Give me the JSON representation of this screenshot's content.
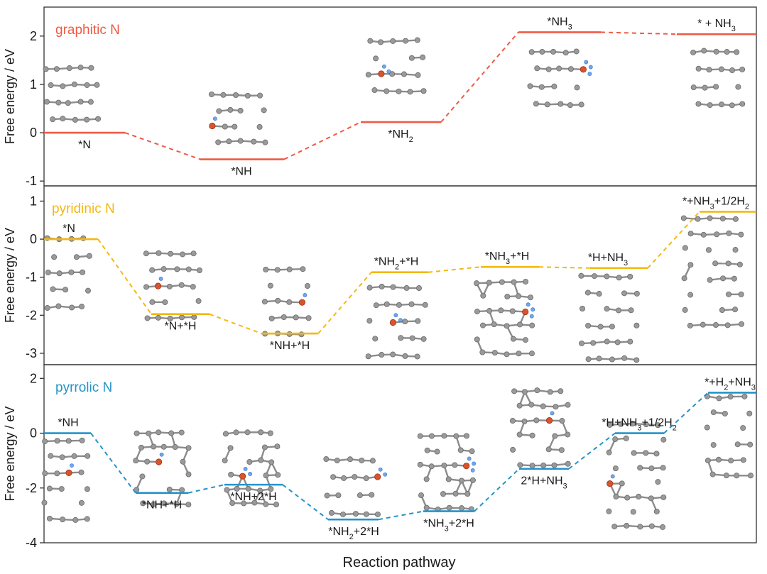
{
  "chart_data": [
    {
      "type": "line",
      "panel_label": "graphitic N",
      "ylabel": "Free energy / eV",
      "ylim": [
        -1.1,
        2.6
      ],
      "yticks": [
        -1,
        0,
        1,
        2
      ],
      "color": "#ef5b45",
      "levels": [
        {
          "label": "*N",
          "value": 0.0
        },
        {
          "label": "*NH",
          "value": -0.55
        },
        {
          "label": "*NH₂",
          "value": 0.22
        },
        {
          "label": "*NH₃",
          "value": 2.08
        },
        {
          "label": "* + NH₃",
          "value": 2.04
        }
      ]
    },
    {
      "type": "line",
      "panel_label": "pyridinic N",
      "ylabel": "Free energy / eV",
      "ylim": [
        -3.3,
        1.4
      ],
      "yticks": [
        -3,
        -2,
        -1,
        0,
        1
      ],
      "color": "#f5b80f",
      "levels": [
        {
          "label": "*N",
          "value": 0.0
        },
        {
          "label": "*N+*H",
          "value": -1.97
        },
        {
          "label": "*NH+*H",
          "value": -2.48
        },
        {
          "label": "*NH₂+*H",
          "value": -0.87
        },
        {
          "label": "*NH₃+*H",
          "value": -0.73
        },
        {
          "label": "*H+NH₃",
          "value": -0.76
        },
        {
          "label": "*+NH₃+1/2H₂",
          "value": 0.72
        }
      ]
    },
    {
      "type": "line",
      "panel_label": "pyrrolic N",
      "ylabel": "Free energy / eV",
      "ylim": [
        -4.0,
        2.5
      ],
      "yticks": [
        -4,
        -2,
        0,
        2
      ],
      "color": "#2493c9",
      "levels": [
        {
          "label": "*NH",
          "value": 0.0
        },
        {
          "label": "*NH+*H",
          "value": -2.18
        },
        {
          "label": "*NH+2*H",
          "value": -1.88
        },
        {
          "label": "*NH₂+2*H",
          "value": -3.15
        },
        {
          "label": "*NH₃+2*H",
          "value": -2.85
        },
        {
          "label": "2*H+NH₃",
          "value": -1.3
        },
        {
          "label": "*H+NH₃+1/2H₂",
          "value": 0.0
        },
        {
          "label": "*+H₂+NH₃",
          "value": 1.48
        }
      ]
    }
  ],
  "xlabel": "Reaction pathway"
}
